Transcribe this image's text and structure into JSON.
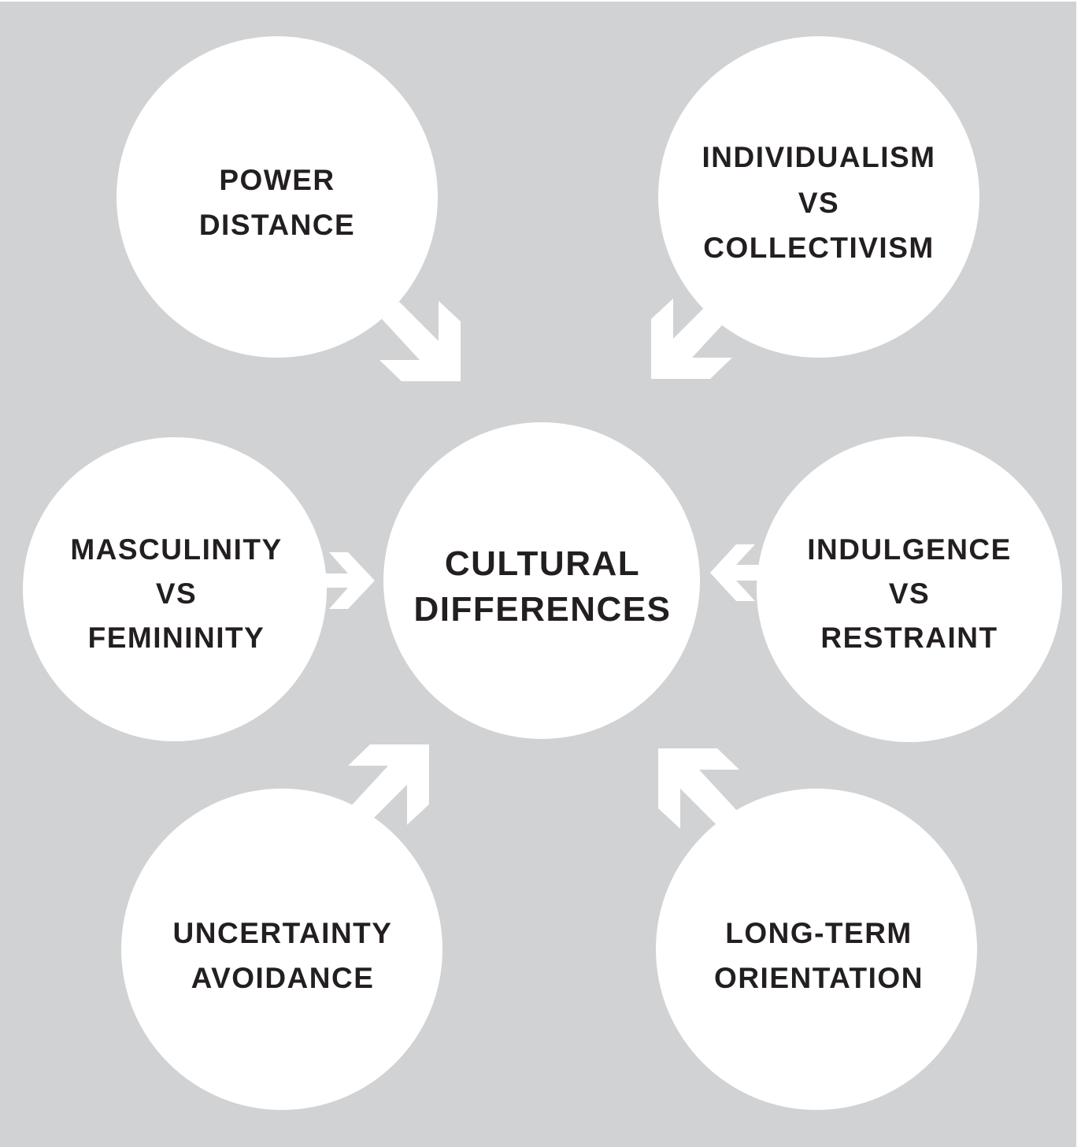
{
  "colors": {
    "background": "#d1d2d4",
    "circle": "#ffffff",
    "text": "#231f20",
    "arrow": "#ffffff"
  },
  "center": {
    "lines": [
      "CULTURAL",
      "DIFFERENCES"
    ]
  },
  "dimensions": [
    {
      "id": "power-distance",
      "lines": [
        "POWER",
        "DISTANCE"
      ]
    },
    {
      "id": "individualism-collectivism",
      "lines": [
        "INDIVIDUALISM",
        "VS",
        "COLLECTIVISM"
      ]
    },
    {
      "id": "masculinity-femininity",
      "lines": [
        "MASCULINITY",
        "VS",
        "FEMININITY"
      ]
    },
    {
      "id": "indulgence-restraint",
      "lines": [
        "INDULGENCE",
        "VS",
        "RESTRAINT"
      ]
    },
    {
      "id": "uncertainty-avoidance",
      "lines": [
        "UNCERTAINTY",
        "AVOIDANCE"
      ]
    },
    {
      "id": "long-term-orientation",
      "lines": [
        "LONG-TERM",
        "ORIENTATION"
      ]
    }
  ]
}
